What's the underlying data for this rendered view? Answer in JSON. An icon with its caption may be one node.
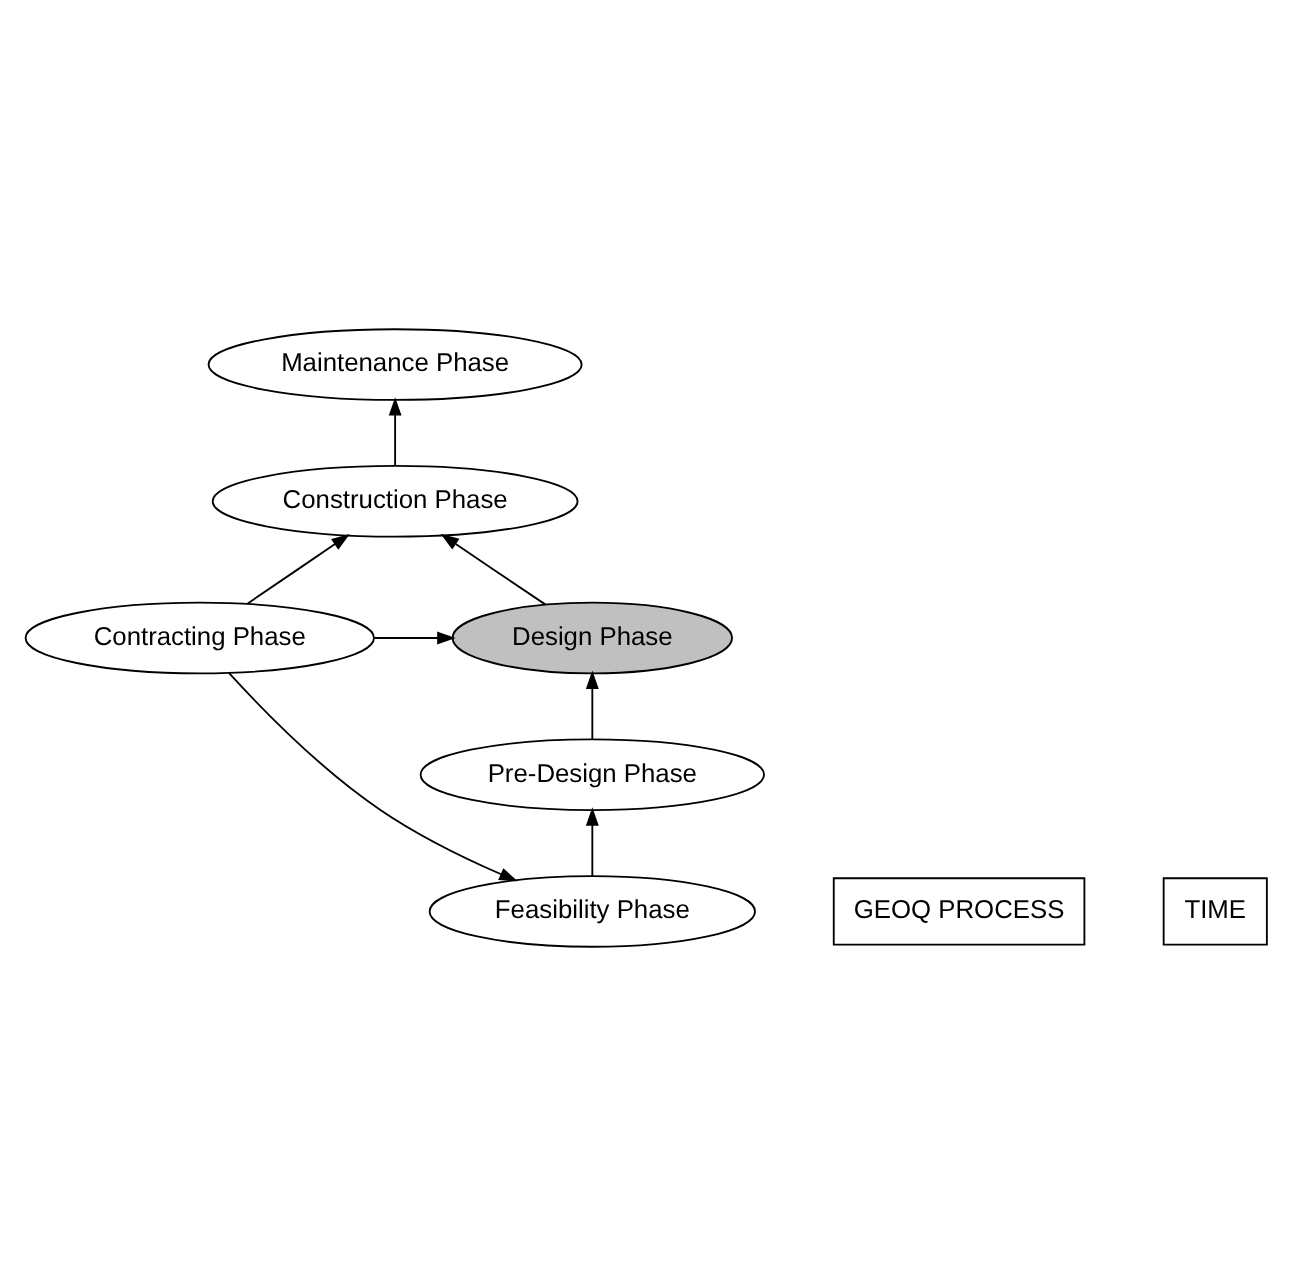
{
  "diagram": {
    "nodes": [
      {
        "text": [
          "Maintenance Phase"
        ]
      },
      {
        "text": [
          "Construction Phase"
        ]
      },
      {
        "text": [
          "Contracting Phase"
        ]
      },
      {
        "text": [
          "Design Phase"
        ]
      },
      {
        "text": [
          "Pre-Design Phase"
        ]
      },
      {
        "text": [
          "Feasibility Phase"
        ]
      },
      {
        "text": [
          "GEOQ PROCESS"
        ]
      },
      {
        "text": [
          "TIME"
        ]
      }
    ],
    "edges": [
      {
        "from": 2,
        "to": 1,
        "arrow": "to"
      },
      {
        "from": 2,
        "to": 3,
        "arrow": "to"
      },
      {
        "from": 2,
        "to": 5,
        "arrow": "to"
      },
      {
        "from": 5,
        "to": 4,
        "arrow": "to"
      },
      {
        "from": 4,
        "to": 3,
        "arrow": "to"
      },
      {
        "from": 3,
        "to": 1,
        "arrow": "to"
      },
      {
        "from": 1,
        "to": 0,
        "arrow": "to"
      }
    ]
  }
}
